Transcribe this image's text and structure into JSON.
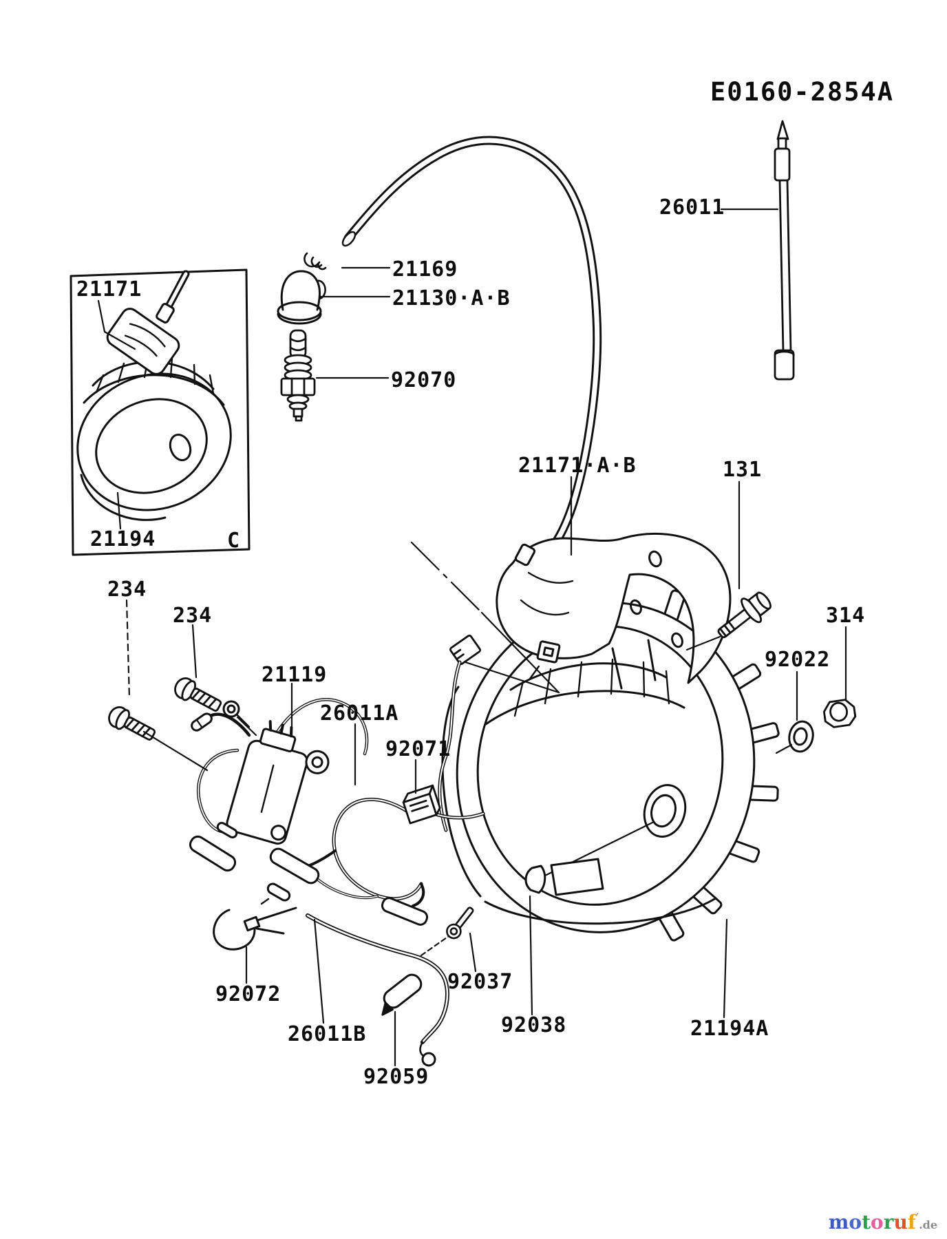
{
  "header": {
    "diagram_code": "E0160-2854A"
  },
  "callouts": [
    {
      "part": "spark-plug-lead",
      "text": "26011"
    },
    {
      "part": "clamp-clip",
      "text": "21169"
    },
    {
      "part": "primer-bulb",
      "text": "21130·A·B"
    },
    {
      "part": "spark-plug",
      "text": "92070"
    },
    {
      "part": "ignition-coil-inset",
      "text": "21171"
    },
    {
      "part": "flywheel-inset",
      "text": "21194"
    },
    {
      "part": "inset-section-letter",
      "text": "C"
    },
    {
      "part": "ignition-coil",
      "text": "21171·A·B"
    },
    {
      "part": "bolt",
      "text": "131"
    },
    {
      "part": "nut",
      "text": "314"
    },
    {
      "part": "washer",
      "text": "92022"
    },
    {
      "part": "screw-a",
      "text": "234"
    },
    {
      "part": "screw-b",
      "text": "234"
    },
    {
      "part": "igniter-module",
      "text": "21119"
    },
    {
      "part": "wiring-lead-a",
      "text": "26011A"
    },
    {
      "part": "connector",
      "text": "92071"
    },
    {
      "part": "cable-tie",
      "text": "92072"
    },
    {
      "part": "wiring-lead-b",
      "text": "26011B"
    },
    {
      "part": "terminal",
      "text": "92037"
    },
    {
      "part": "cap",
      "text": "92059"
    },
    {
      "part": "woodruff-key",
      "text": "92038"
    },
    {
      "part": "flywheel",
      "text": "21194A"
    }
  ],
  "watermark": {
    "letters": [
      {
        "char": "m",
        "color": "#3d5bc4"
      },
      {
        "char": "o",
        "color": "#4668cf"
      },
      {
        "char": "t",
        "color": "#2f9e4f"
      },
      {
        "char": "o",
        "color": "#e45f9e"
      },
      {
        "char": "r",
        "color": "#2f9e4f"
      },
      {
        "char": "u",
        "color": "#e0512b"
      },
      {
        "char": "f",
        "color": "#eea31c"
      }
    ],
    "mark": "’",
    "suffix": ".de"
  }
}
